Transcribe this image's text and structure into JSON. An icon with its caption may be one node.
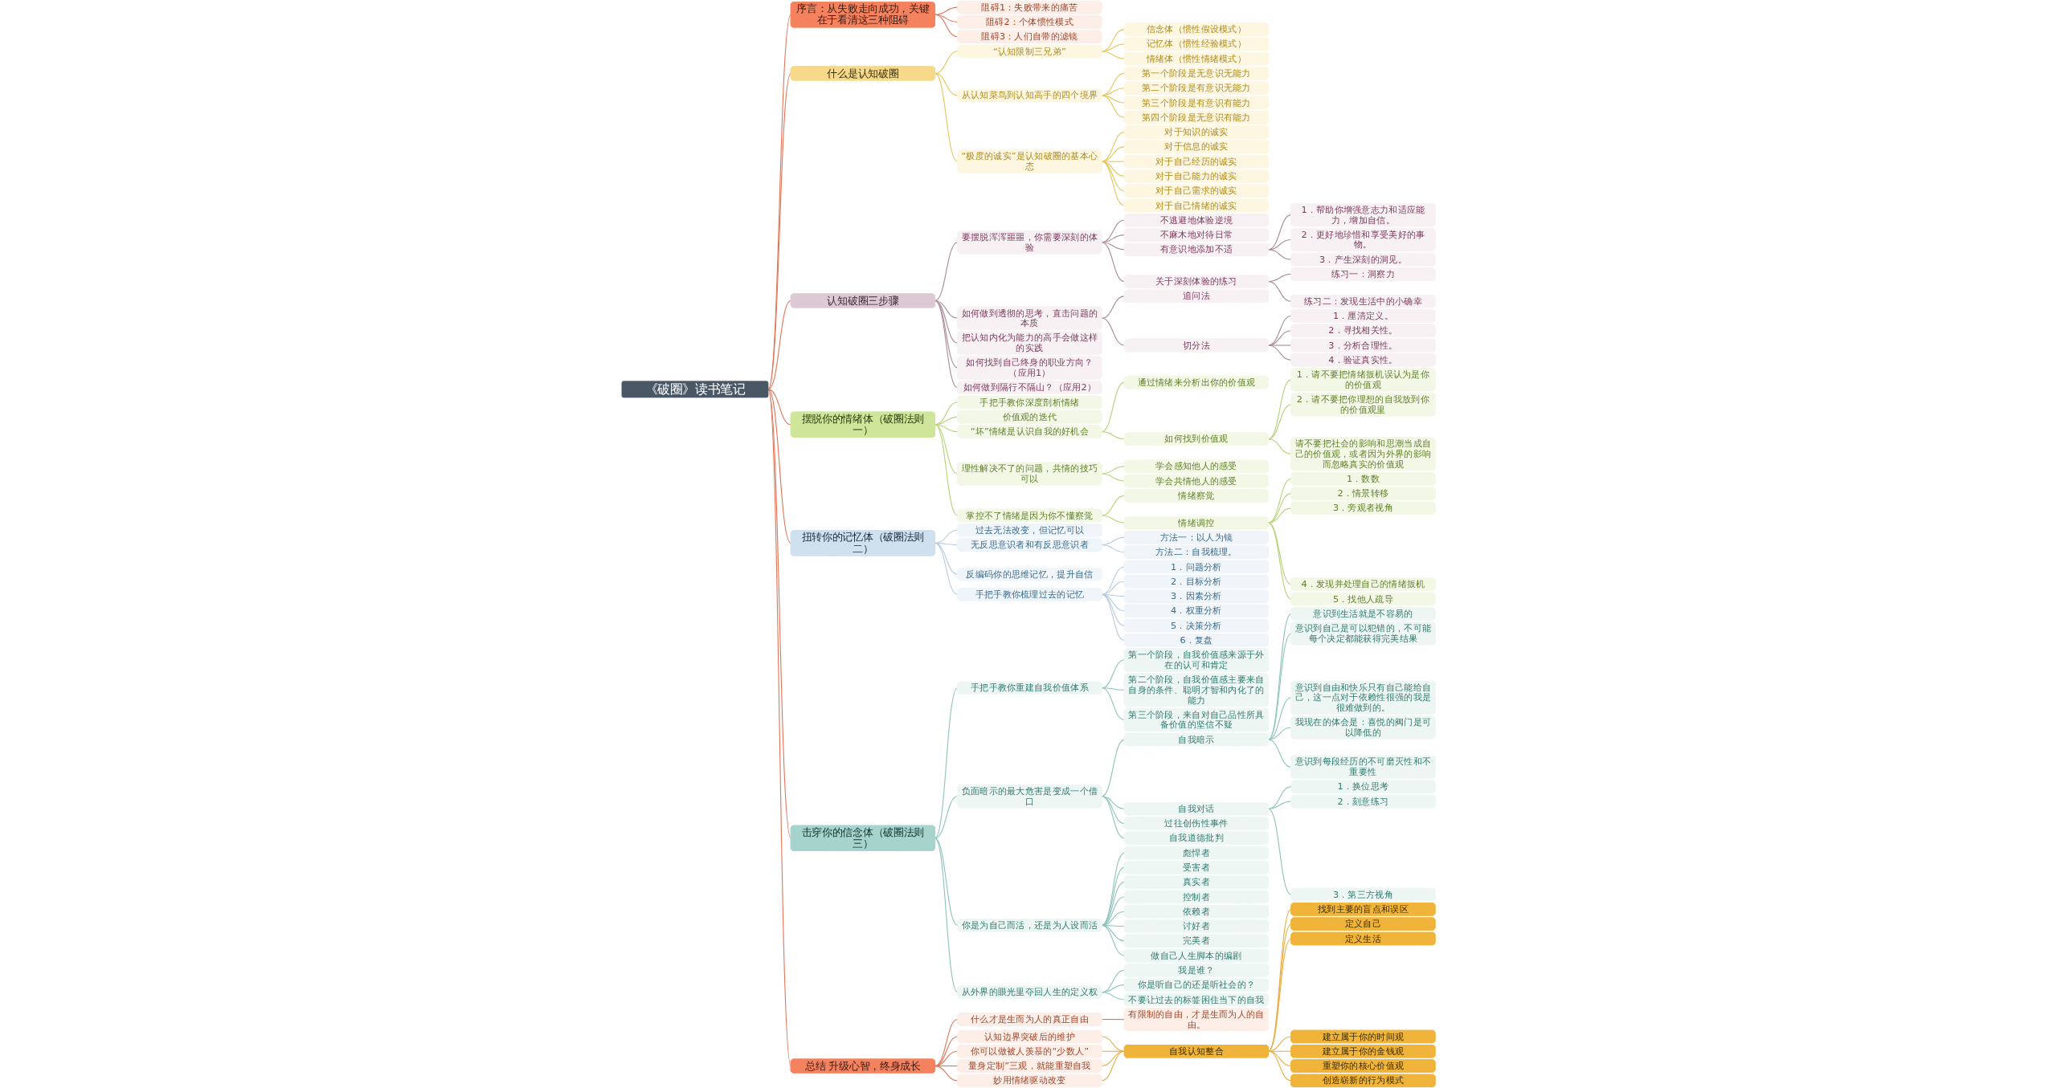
{
  "diagram": {
    "nodes": [
      {
        "text": [
          "《破圈》读书笔记"
        ]
      },
      {
        "text": [
          "序言：从失败走向成功，关键在于看清这三种阻碍"
        ]
      },
      {
        "text": [
          "阻碍1：失败带来的痛苦"
        ]
      },
      {
        "text": [
          "阻碍2：个体惯性模式"
        ]
      },
      {
        "text": [
          "阻碍3：人们自带的滤镜"
        ]
      },
      {
        "text": [
          "什么是认知破圈"
        ]
      },
      {
        "text": [
          "“认知限制三兄弟”"
        ]
      },
      {
        "text": [
          "信念体（惯性假设模式）"
        ]
      },
      {
        "text": [
          "记忆体（惯性经验模式）"
        ]
      },
      {
        "text": [
          "情绪体（惯性情绪模式）"
        ]
      },
      {
        "text": [
          "从认知菜鸟到认知高手的四个境界"
        ]
      },
      {
        "text": [
          "第一个阶段是无意识无能力"
        ]
      },
      {
        "text": [
          "第二个阶段是有意识无能力"
        ]
      },
      {
        "text": [
          "第三个阶段是有意识有能力"
        ]
      },
      {
        "text": [
          "第四个阶段是无意识有能力"
        ]
      },
      {
        "text": [
          "“极度的诚实”是认知破圈的基本心态"
        ]
      },
      {
        "text": [
          "对于知识的诚实"
        ]
      },
      {
        "text": [
          "对于信息的诚实"
        ]
      },
      {
        "text": [
          "对于自己经历的诚实"
        ]
      },
      {
        "text": [
          "对于自己能力的诚实"
        ]
      },
      {
        "text": [
          "对于自己需求的诚实"
        ]
      },
      {
        "text": [
          "对于自己情绪的诚实"
        ]
      },
      {
        "text": [
          "认知破圈三步骤"
        ]
      },
      {
        "text": [
          "要摆脱浑浑噩噩，你需要深刻的体验"
        ]
      },
      {
        "text": [
          "不逃避地体验逆境"
        ]
      },
      {
        "text": [
          "不麻木地对待日常"
        ]
      },
      {
        "text": [
          "有意识地添加不适"
        ]
      },
      {
        "text": [
          "1．帮助你增强意志力和适应能力，增加自信。"
        ]
      },
      {
        "text": [
          "2．更好地珍惜和享受美好的事物。"
        ]
      },
      {
        "text": [
          "3．产生深刻的洞见。"
        ]
      },
      {
        "text": [
          "关于深刻体验的练习"
        ]
      },
      {
        "text": [
          "练习一：洞察力"
        ]
      },
      {
        "text": [
          "练习二：发现生活中的小确幸"
        ]
      },
      {
        "text": [
          "如何做到透彻的思考，直击问题的本质"
        ]
      },
      {
        "text": [
          "追问法"
        ]
      },
      {
        "text": [
          "切分法"
        ]
      },
      {
        "text": [
          "1．厘清定义。"
        ]
      },
      {
        "text": [
          "2．寻找相关性。"
        ]
      },
      {
        "text": [
          "3．分析合理性。"
        ]
      },
      {
        "text": [
          "4．验证真实性。"
        ]
      },
      {
        "text": [
          "把认知内化为能力的高手会做这样的实践"
        ]
      },
      {
        "text": [
          "如何找到自己终身的职业方向？（应用1）"
        ]
      },
      {
        "text": [
          "如何做到隔行不隔山？（应用2）"
        ]
      },
      {
        "text": [
          "摆脱你的情绪体（破圈法则一）"
        ]
      },
      {
        "text": [
          "手把手教你深度剖析情绪"
        ]
      },
      {
        "text": [
          "价值观的迭代"
        ]
      },
      {
        "text": [
          "“坏”情绪是认识自我的好机会"
        ]
      },
      {
        "text": [
          "通过情绪来分析出你的价值观"
        ]
      },
      {
        "text": [
          "如何找到价值观"
        ]
      },
      {
        "text": [
          "1．请不要把情绪扳机误认为是你的价值观"
        ]
      },
      {
        "text": [
          "2．请不要把你理想的自我放到你的价值观里"
        ]
      },
      {
        "text": [
          "请不要把社会的影响和思潮当成自己的价值观，或者因为外界的影响而忽略真实的价值观"
        ]
      },
      {
        "text": [
          "理性解决不了的问题，共情的技巧可以"
        ]
      },
      {
        "text": [
          "学会感知他人的感受"
        ]
      },
      {
        "text": [
          "学会共情他人的感受"
        ]
      },
      {
        "text": [
          "掌控不了情绪是因为你不懂察觉"
        ]
      },
      {
        "text": [
          "情绪察觉"
        ]
      },
      {
        "text": [
          "情绪调控"
        ]
      },
      {
        "text": [
          "1．数数"
        ]
      },
      {
        "text": [
          "2．情景转移"
        ]
      },
      {
        "text": [
          "3．旁观者视角"
        ]
      },
      {
        "text": [
          "4．发现并处理自己的情绪扳机"
        ]
      },
      {
        "text": [
          "5．找他人疏导"
        ]
      },
      {
        "text": [
          "扭转你的记忆体（破圈法则二）"
        ]
      },
      {
        "text": [
          "过去无法改变，但记忆可以"
        ]
      },
      {
        "text": [
          "无反思意识者和有反思意识者"
        ]
      },
      {
        "text": [
          "方法一：以人为镜"
        ]
      },
      {
        "text": [
          "方法二：自我梳理。"
        ]
      },
      {
        "text": [
          "反编码你的思维记忆，提升自信"
        ]
      },
      {
        "text": [
          "手把手教你梳理过去的记忆"
        ]
      },
      {
        "text": [
          "1．问题分析"
        ]
      },
      {
        "text": [
          "2．目标分析"
        ]
      },
      {
        "text": [
          "3．因素分析"
        ]
      },
      {
        "text": [
          "4．权重分析"
        ]
      },
      {
        "text": [
          "5．决策分析"
        ]
      },
      {
        "text": [
          "6．复盘"
        ]
      },
      {
        "text": [
          "击穿你的信念体（破圈法则三）"
        ]
      },
      {
        "text": [
          "手把手教你重建自我价值体系"
        ]
      },
      {
        "text": [
          "第一个阶段，自我价值感来源于外在的认可和肯定"
        ]
      },
      {
        "text": [
          "第二个阶段，自我价值感主要来自自身的条件、聪明才智和内化了的能力"
        ]
      },
      {
        "text": [
          "第三个阶段，来自对自己品性所具备价值的坚信不疑"
        ]
      },
      {
        "text": [
          "负面暗示的最大危害是变成一个借口"
        ]
      },
      {
        "text": [
          "自我暗示"
        ]
      },
      {
        "text": [
          "意识到生活就是不容易的"
        ]
      },
      {
        "text": [
          "意识到自己是可以犯错的，不可能每个决定都能获得完美结果"
        ]
      },
      {
        "text": [
          "意识到自由和快乐只有自己能给自己，这一点对于依赖性很强的我是很难做到的。"
        ]
      },
      {
        "text": [
          "我现在的体会是：喜悦的阀门是可以降低的"
        ]
      },
      {
        "text": [
          "意识到每段经历的不可磨灭性和不重要性"
        ]
      },
      {
        "text": [
          "自我对话"
        ]
      },
      {
        "text": [
          "1．换位思考"
        ]
      },
      {
        "text": [
          "2．刻意练习"
        ]
      },
      {
        "text": [
          "3．第三方视角"
        ]
      },
      {
        "text": [
          "过往创伤性事件"
        ]
      },
      {
        "text": [
          "自我道德批判"
        ]
      },
      {
        "text": [
          "你是为自己而活，还是为人设而活"
        ]
      },
      {
        "text": [
          "彪悍者"
        ]
      },
      {
        "text": [
          "受害者"
        ]
      },
      {
        "text": [
          "真实者"
        ]
      },
      {
        "text": [
          "控制者"
        ]
      },
      {
        "text": [
          "依赖者"
        ]
      },
      {
        "text": [
          "讨好者"
        ]
      },
      {
        "text": [
          "完美者"
        ]
      },
      {
        "text": [
          "做自己人生脚本的编剧"
        ]
      },
      {
        "text": [
          "从外界的眼光里夺回人生的定义权"
        ]
      },
      {
        "text": [
          "我是谁？"
        ]
      },
      {
        "text": [
          "你是听自己的还是听社会的？"
        ]
      },
      {
        "text": [
          "不要让过去的标签困住当下的自我"
        ]
      },
      {
        "text": [
          "总结 升级心智，终身成长"
        ]
      },
      {
        "text": [
          "认知边界突破后的维护"
        ]
      },
      {
        "text": [
          "你可以做被人羡慕的“少数人”"
        ]
      },
      {
        "text": [
          "量身定制”三观，就能重塑自我"
        ]
      },
      {
        "text": [
          "妙用情绪驱动改变"
        ]
      },
      {
        "text": [
          "什么才是生而为人的真正自由"
        ]
      },
      {
        "text": [
          "有限制的自由，才是生而为人的自由。"
        ]
      },
      {
        "text": [
          "自我认知整合"
        ]
      },
      {
        "text": [
          "找到主要的盲点和误区"
        ]
      },
      {
        "text": [
          "定义自己"
        ]
      },
      {
        "text": [
          "定义生活"
        ]
      },
      {
        "text": [
          "建立属于你的时间观"
        ]
      },
      {
        "text": [
          "建立属于你的金钱观"
        ]
      },
      {
        "text": [
          "重塑你的核心价值观"
        ]
      },
      {
        "text": [
          "创造崭新的行为模式"
        ]
      }
    ],
    "edges": [
      {
        "from": 0,
        "to": 1,
        "arrow": "none",
        "color": "#e0775a"
      },
      {
        "from": 1,
        "to": 2,
        "arrow": "none",
        "color": "#e0775a"
      },
      {
        "from": 1,
        "to": 3,
        "arrow": "none",
        "color": "#e0775a"
      },
      {
        "from": 1,
        "to": 4,
        "arrow": "none",
        "color": "#e0775a"
      },
      {
        "from": 0,
        "to": 5,
        "arrow": "none",
        "color": "#e0775a"
      },
      {
        "from": 5,
        "to": 6,
        "arrow": "none",
        "color": "#e6c65c"
      },
      {
        "from": 6,
        "to": 7,
        "arrow": "none",
        "color": "#e6c65c"
      },
      {
        "from": 6,
        "to": 8,
        "arrow": "none",
        "color": "#e6c65c"
      },
      {
        "from": 6,
        "to": 9,
        "arrow": "none",
        "color": "#e6c65c"
      },
      {
        "from": 5,
        "to": 10,
        "arrow": "none",
        "color": "#e6c65c"
      },
      {
        "from": 10,
        "to": 11,
        "arrow": "none",
        "color": "#e6c65c"
      },
      {
        "from": 10,
        "to": 12,
        "arrow": "none",
        "color": "#e6c65c"
      },
      {
        "from": 10,
        "to": 13,
        "arrow": "none",
        "color": "#e6c65c"
      },
      {
        "from": 10,
        "to": 14,
        "arrow": "none",
        "color": "#e6c65c"
      },
      {
        "from": 5,
        "to": 15,
        "arrow": "none",
        "color": "#e6c65c"
      },
      {
        "from": 15,
        "to": 16,
        "arrow": "none",
        "color": "#e6c65c"
      },
      {
        "from": 15,
        "to": 17,
        "arrow": "none",
        "color": "#e6c65c"
      },
      {
        "from": 15,
        "to": 18,
        "arrow": "none",
        "color": "#e6c65c"
      },
      {
        "from": 15,
        "to": 19,
        "arrow": "none",
        "color": "#e6c65c"
      },
      {
        "from": 15,
        "to": 20,
        "arrow": "none",
        "color": "#e6c65c"
      },
      {
        "from": 15,
        "to": 21,
        "arrow": "none",
        "color": "#e6c65c"
      },
      {
        "from": 0,
        "to": 22,
        "arrow": "none",
        "color": "#e0775a"
      },
      {
        "from": 22,
        "to": 23,
        "arrow": "none",
        "color": "#a98d9a"
      },
      {
        "from": 23,
        "to": 24,
        "arrow": "none",
        "color": "#a98d9a"
      },
      {
        "from": 23,
        "to": 25,
        "arrow": "none",
        "color": "#a98d9a"
      },
      {
        "from": 23,
        "to": 26,
        "arrow": "none",
        "color": "#a98d9a"
      },
      {
        "from": 26,
        "to": 27,
        "arrow": "none",
        "color": "#a98d9a"
      },
      {
        "from": 26,
        "to": 28,
        "arrow": "none",
        "color": "#a98d9a"
      },
      {
        "from": 26,
        "to": 29,
        "arrow": "none",
        "color": "#a98d9a"
      },
      {
        "from": 23,
        "to": 30,
        "arrow": "none",
        "color": "#a98d9a"
      },
      {
        "from": 30,
        "to": 31,
        "arrow": "none",
        "color": "#a98d9a"
      },
      {
        "from": 30,
        "to": 32,
        "arrow": "none",
        "color": "#a98d9a"
      },
      {
        "from": 22,
        "to": 33,
        "arrow": "none",
        "color": "#a98d9a"
      },
      {
        "from": 33,
        "to": 34,
        "arrow": "none",
        "color": "#a98d9a"
      },
      {
        "from": 33,
        "to": 35,
        "arrow": "none",
        "color": "#a98d9a"
      },
      {
        "from": 35,
        "to": 36,
        "arrow": "none",
        "color": "#a98d9a"
      },
      {
        "from": 35,
        "to": 37,
        "arrow": "none",
        "color": "#a98d9a"
      },
      {
        "from": 35,
        "to": 38,
        "arrow": "none",
        "color": "#a98d9a"
      },
      {
        "from": 35,
        "to": 39,
        "arrow": "none",
        "color": "#a98d9a"
      },
      {
        "from": 22,
        "to": 40,
        "arrow": "none",
        "color": "#a98d9a"
      },
      {
        "from": 22,
        "to": 41,
        "arrow": "none",
        "color": "#a98d9a"
      },
      {
        "from": 22,
        "to": 42,
        "arrow": "none",
        "color": "#a98d9a"
      },
      {
        "from": 0,
        "to": 43,
        "arrow": "none",
        "color": "#e0775a"
      },
      {
        "from": 43,
        "to": 44,
        "arrow": "none",
        "color": "#b5d47a"
      },
      {
        "from": 43,
        "to": 45,
        "arrow": "none",
        "color": "#b5d47a"
      },
      {
        "from": 43,
        "to": 46,
        "arrow": "none",
        "color": "#b5d47a"
      },
      {
        "from": 46,
        "to": 47,
        "arrow": "none",
        "color": "#b5d47a"
      },
      {
        "from": 46,
        "to": 48,
        "arrow": "none",
        "color": "#b5d47a"
      },
      {
        "from": 48,
        "to": 49,
        "arrow": "none",
        "color": "#b5d47a"
      },
      {
        "from": 48,
        "to": 50,
        "arrow": "none",
        "color": "#b5d47a"
      },
      {
        "from": 48,
        "to": 51,
        "arrow": "none",
        "color": "#b5d47a"
      },
      {
        "from": 43,
        "to": 52,
        "arrow": "none",
        "color": "#b5d47a"
      },
      {
        "from": 52,
        "to": 53,
        "arrow": "none",
        "color": "#b5d47a"
      },
      {
        "from": 52,
        "to": 54,
        "arrow": "none",
        "color": "#b5d47a"
      },
      {
        "from": 43,
        "to": 55,
        "arrow": "none",
        "color": "#b5d47a"
      },
      {
        "from": 55,
        "to": 56,
        "arrow": "none",
        "color": "#b5d47a"
      },
      {
        "from": 55,
        "to": 57,
        "arrow": "none",
        "color": "#b5d47a"
      },
      {
        "from": 57,
        "to": 58,
        "arrow": "none",
        "color": "#b5d47a"
      },
      {
        "from": 57,
        "to": 59,
        "arrow": "none",
        "color": "#b5d47a"
      },
      {
        "from": 57,
        "to": 60,
        "arrow": "none",
        "color": "#b5d47a"
      },
      {
        "from": 57,
        "to": 61,
        "arrow": "none",
        "color": "#b5d47a"
      },
      {
        "from": 57,
        "to": 62,
        "arrow": "none",
        "color": "#b5d47a"
      },
      {
        "from": 0,
        "to": 63,
        "arrow": "none",
        "color": "#e0775a"
      },
      {
        "from": 63,
        "to": 64,
        "arrow": "none",
        "color": "#b8cde0"
      },
      {
        "from": 63,
        "to": 65,
        "arrow": "none",
        "color": "#b8cde0"
      },
      {
        "from": 65,
        "to": 66,
        "arrow": "none",
        "color": "#b8cde0"
      },
      {
        "from": 65,
        "to": 67,
        "arrow": "none",
        "color": "#b8cde0"
      },
      {
        "from": 63,
        "to": 68,
        "arrow": "none",
        "color": "#b8cde0"
      },
      {
        "from": 63,
        "to": 69,
        "arrow": "none",
        "color": "#b8cde0"
      },
      {
        "from": 69,
        "to": 70,
        "arrow": "none",
        "color": "#b8cde0"
      },
      {
        "from": 69,
        "to": 71,
        "arrow": "none",
        "color": "#b8cde0"
      },
      {
        "from": 69,
        "to": 72,
        "arrow": "none",
        "color": "#b8cde0"
      },
      {
        "from": 69,
        "to": 73,
        "arrow": "none",
        "color": "#b8cde0"
      },
      {
        "from": 69,
        "to": 74,
        "arrow": "none",
        "color": "#b8cde0"
      },
      {
        "from": 69,
        "to": 75,
        "arrow": "none",
        "color": "#b8cde0"
      },
      {
        "from": 0,
        "to": 76,
        "arrow": "none",
        "color": "#e0775a"
      },
      {
        "from": 76,
        "to": 77,
        "arrow": "none",
        "color": "#8fc4bd"
      },
      {
        "from": 77,
        "to": 78,
        "arrow": "none",
        "color": "#8fc4bd"
      },
      {
        "from": 77,
        "to": 79,
        "arrow": "none",
        "color": "#8fc4bd"
      },
      {
        "from": 77,
        "to": 80,
        "arrow": "none",
        "color": "#8fc4bd"
      },
      {
        "from": 76,
        "to": 81,
        "arrow": "none",
        "color": "#8fc4bd"
      },
      {
        "from": 81,
        "to": 82,
        "arrow": "none",
        "color": "#8fc4bd"
      },
      {
        "from": 82,
        "to": 83,
        "arrow": "none",
        "color": "#8fc4bd"
      },
      {
        "from": 82,
        "to": 84,
        "arrow": "none",
        "color": "#8fc4bd"
      },
      {
        "from": 82,
        "to": 85,
        "arrow": "none",
        "color": "#8fc4bd"
      },
      {
        "from": 82,
        "to": 86,
        "arrow": "none",
        "color": "#8fc4bd"
      },
      {
        "from": 82,
        "to": 87,
        "arrow": "none",
        "color": "#8fc4bd"
      },
      {
        "from": 81,
        "to": 88,
        "arrow": "none",
        "color": "#8fc4bd"
      },
      {
        "from": 88,
        "to": 89,
        "arrow": "none",
        "color": "#8fc4bd"
      },
      {
        "from": 88,
        "to": 90,
        "arrow": "none",
        "color": "#8fc4bd"
      },
      {
        "from": 88,
        "to": 91,
        "arrow": "none",
        "color": "#8fc4bd"
      },
      {
        "from": 81,
        "to": 92,
        "arrow": "none",
        "color": "#8fc4bd"
      },
      {
        "from": 81,
        "to": 93,
        "arrow": "none",
        "color": "#8fc4bd"
      },
      {
        "from": 76,
        "to": 94,
        "arrow": "none",
        "color": "#8fc4bd"
      },
      {
        "from": 94,
        "to": 95,
        "arrow": "none",
        "color": "#8fc4bd"
      },
      {
        "from": 94,
        "to": 96,
        "arrow": "none",
        "color": "#8fc4bd"
      },
      {
        "from": 94,
        "to": 97,
        "arrow": "none",
        "color": "#8fc4bd"
      },
      {
        "from": 94,
        "to": 98,
        "arrow": "none",
        "color": "#8fc4bd"
      },
      {
        "from": 94,
        "to": 99,
        "arrow": "none",
        "color": "#8fc4bd"
      },
      {
        "from": 94,
        "to": 100,
        "arrow": "none",
        "color": "#8fc4bd"
      },
      {
        "from": 94,
        "to": 101,
        "arrow": "none",
        "color": "#8fc4bd"
      },
      {
        "from": 94,
        "to": 102,
        "arrow": "none",
        "color": "#8fc4bd"
      },
      {
        "from": 76,
        "to": 103,
        "arrow": "none",
        "color": "#8fc4bd"
      },
      {
        "from": 103,
        "to": 104,
        "arrow": "none",
        "color": "#8fc4bd"
      },
      {
        "from": 103,
        "to": 105,
        "arrow": "none",
        "color": "#8fc4bd"
      },
      {
        "from": 103,
        "to": 106,
        "arrow": "none",
        "color": "#8fc4bd"
      },
      {
        "from": 0,
        "to": 107,
        "arrow": "none",
        "color": "#e0775a"
      },
      {
        "from": 107,
        "to": 108,
        "arrow": "none",
        "color": "#e0775a"
      },
      {
        "from": 107,
        "to": 109,
        "arrow": "none",
        "color": "#e0775a"
      },
      {
        "from": 107,
        "to": 110,
        "arrow": "none",
        "color": "#e0775a"
      },
      {
        "from": 107,
        "to": 111,
        "arrow": "none",
        "color": "#e0775a"
      },
      {
        "from": 107,
        "to": 112,
        "arrow": "none",
        "color": "#e0775a"
      },
      {
        "from": 112,
        "to": 113,
        "arrow": "none",
        "color": "#e0775a"
      },
      {
        "from": 108,
        "to": 114,
        "arrow": "none",
        "color": "#e8b04a"
      },
      {
        "from": 109,
        "to": 114,
        "arrow": "none",
        "color": "#e8b04a"
      },
      {
        "from": 110,
        "to": 114,
        "arrow": "none",
        "color": "#e8b04a"
      },
      {
        "from": 111,
        "to": 114,
        "arrow": "none",
        "color": "#e8b04a"
      },
      {
        "from": 114,
        "to": 115,
        "arrow": "none",
        "color": "#e8b04a"
      },
      {
        "from": 114,
        "to": 116,
        "arrow": "none",
        "color": "#e8b04a"
      },
      {
        "from": 114,
        "to": 117,
        "arrow": "none",
        "color": "#e8b04a"
      },
      {
        "from": 114,
        "to": 118,
        "arrow": "none",
        "color": "#e8b04a"
      },
      {
        "from": 114,
        "to": 119,
        "arrow": "none",
        "color": "#e8b04a"
      },
      {
        "from": 114,
        "to": 120,
        "arrow": "none",
        "color": "#e8b04a"
      },
      {
        "from": 114,
        "to": 121,
        "arrow": "none",
        "color": "#e8b04a"
      }
    ]
  }
}
